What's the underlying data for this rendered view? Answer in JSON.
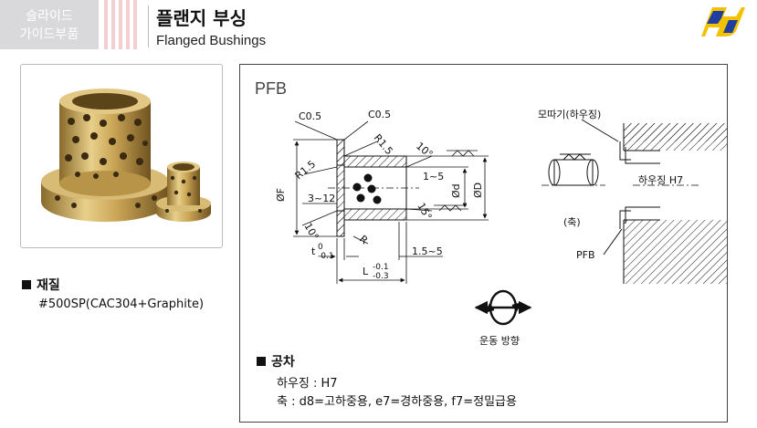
{
  "header": {
    "category_line1": "슬라이드",
    "category_line2": "가이드부품",
    "title_ko": "플랜지 부싱",
    "title_en": "Flanged Bushings"
  },
  "logo": {
    "icon": "company-logo-icon",
    "colors": [
      "#1f3f9e",
      "#f2c200"
    ]
  },
  "material": {
    "heading": "재질",
    "value": "#500SP(CAC304+Graphite)"
  },
  "drawing": {
    "model": "PFB",
    "labels": {
      "c05_left": "C0.5",
      "c05_top": "C0.5",
      "r15_top": "R1.5",
      "r15_left": "R1.5",
      "deg10_top": "10°",
      "range_1_5": "1~5",
      "phi_f": "ØF",
      "phi_d": "Ød",
      "phi_D": "ØD",
      "range_3_12": "3~12",
      "deg15": "15°",
      "deg10_bottom": "10°",
      "r": "R",
      "t": "t",
      "t_tol_upper": "0",
      "t_tol_lower": "-0.1",
      "range_15_5": "1.5~5",
      "L": "L",
      "L_tol_upper": "-0.1",
      "L_tol_lower": "-0.3"
    },
    "install": {
      "chamfer_label": "모따기(하우징)",
      "housing_label": "하우징 H7",
      "shaft_label": "(축)",
      "pfb_label": "PFB"
    },
    "motion_label": "운동 방향"
  },
  "tolerance": {
    "heading": "공차",
    "housing": "하우징 : H7",
    "shaft": "축 : d8=고하중용, e7=경하중용, f7=정밀급용"
  }
}
